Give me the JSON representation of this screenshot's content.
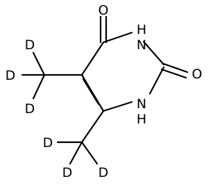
{
  "molecule": {
    "atoms": {
      "O_top": "O",
      "N_top": "H",
      "N_top_symbol": "N",
      "O_right": "O",
      "N_bottom_symbol": "N",
      "N_bottom": "H",
      "D_left_top": "D",
      "D_left_mid": "D",
      "D_left_bottom": "D",
      "D_bottom_right": "D",
      "D_bottom_left": "D",
      "D_bottom_far": "D"
    }
  },
  "colors": {
    "ink": "#000000",
    "background": "#ffffff"
  }
}
